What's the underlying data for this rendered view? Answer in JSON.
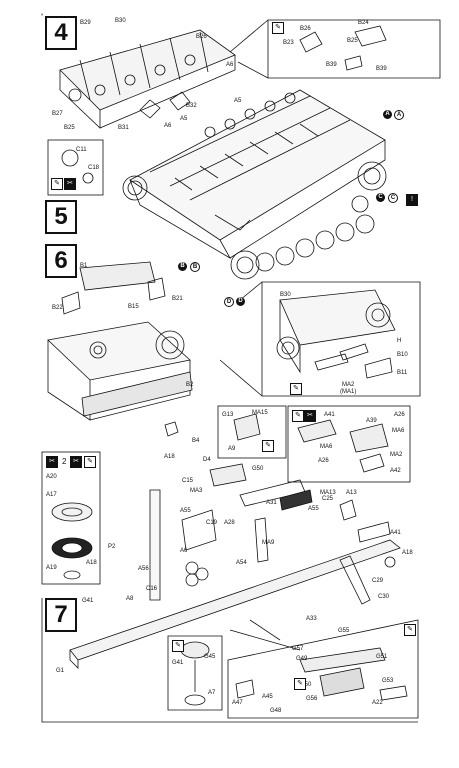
{
  "steps": {
    "s4": "4",
    "s5": "5",
    "s6": "6",
    "s7": "7"
  },
  "step4": {
    "labels": [
      "B29",
      "B30",
      "B26",
      "A6",
      "A5",
      "B32",
      "A5",
      "A6",
      "B31",
      "B25",
      "B27",
      "C11",
      "C18"
    ],
    "inset_labels": [
      "B26",
      "B24",
      "B23",
      "B25",
      "B39",
      "B39"
    ],
    "markers": [
      "A",
      "A",
      "C",
      "C",
      "B",
      "B",
      "D",
      "D"
    ]
  },
  "step6": {
    "labels": [
      "B1",
      "B21",
      "B22",
      "B15",
      "B2",
      "B4"
    ],
    "inset_labels": [
      "B30",
      "H",
      "B10",
      "B11",
      "MA2",
      "(MA1)"
    ]
  },
  "step7": {
    "wheel_labels": [
      "A20",
      "2",
      "A17",
      "A19",
      "A18"
    ],
    "labels": [
      "A18",
      "D4",
      "G50",
      "C15",
      "MA3",
      "A55",
      "C19",
      "A28",
      "A31",
      "C25",
      "A55",
      "MA13",
      "A13",
      "A41",
      "A18",
      "A6",
      "MA9",
      "A54",
      "P2",
      "A56",
      "C16",
      "A8",
      "G41",
      "C29",
      "C30",
      "A33",
      "G1"
    ],
    "inset_a": [
      "G13",
      "MA15",
      "A9"
    ],
    "inset_b": [
      "A41",
      "A26",
      "MA6",
      "A39",
      "MA6",
      "A26",
      "MA2",
      "A42"
    ],
    "inset_c": [
      "G41",
      "G45",
      "A7"
    ],
    "inset_d": [
      "G55",
      "G57",
      "G49",
      "G51",
      "G50",
      "G53",
      "A47",
      "A45",
      "G48",
      "G56",
      "A22"
    ]
  },
  "colors": {
    "ink": "#111111",
    "paper": "#ffffff",
    "shade": "#cfcfcf"
  }
}
